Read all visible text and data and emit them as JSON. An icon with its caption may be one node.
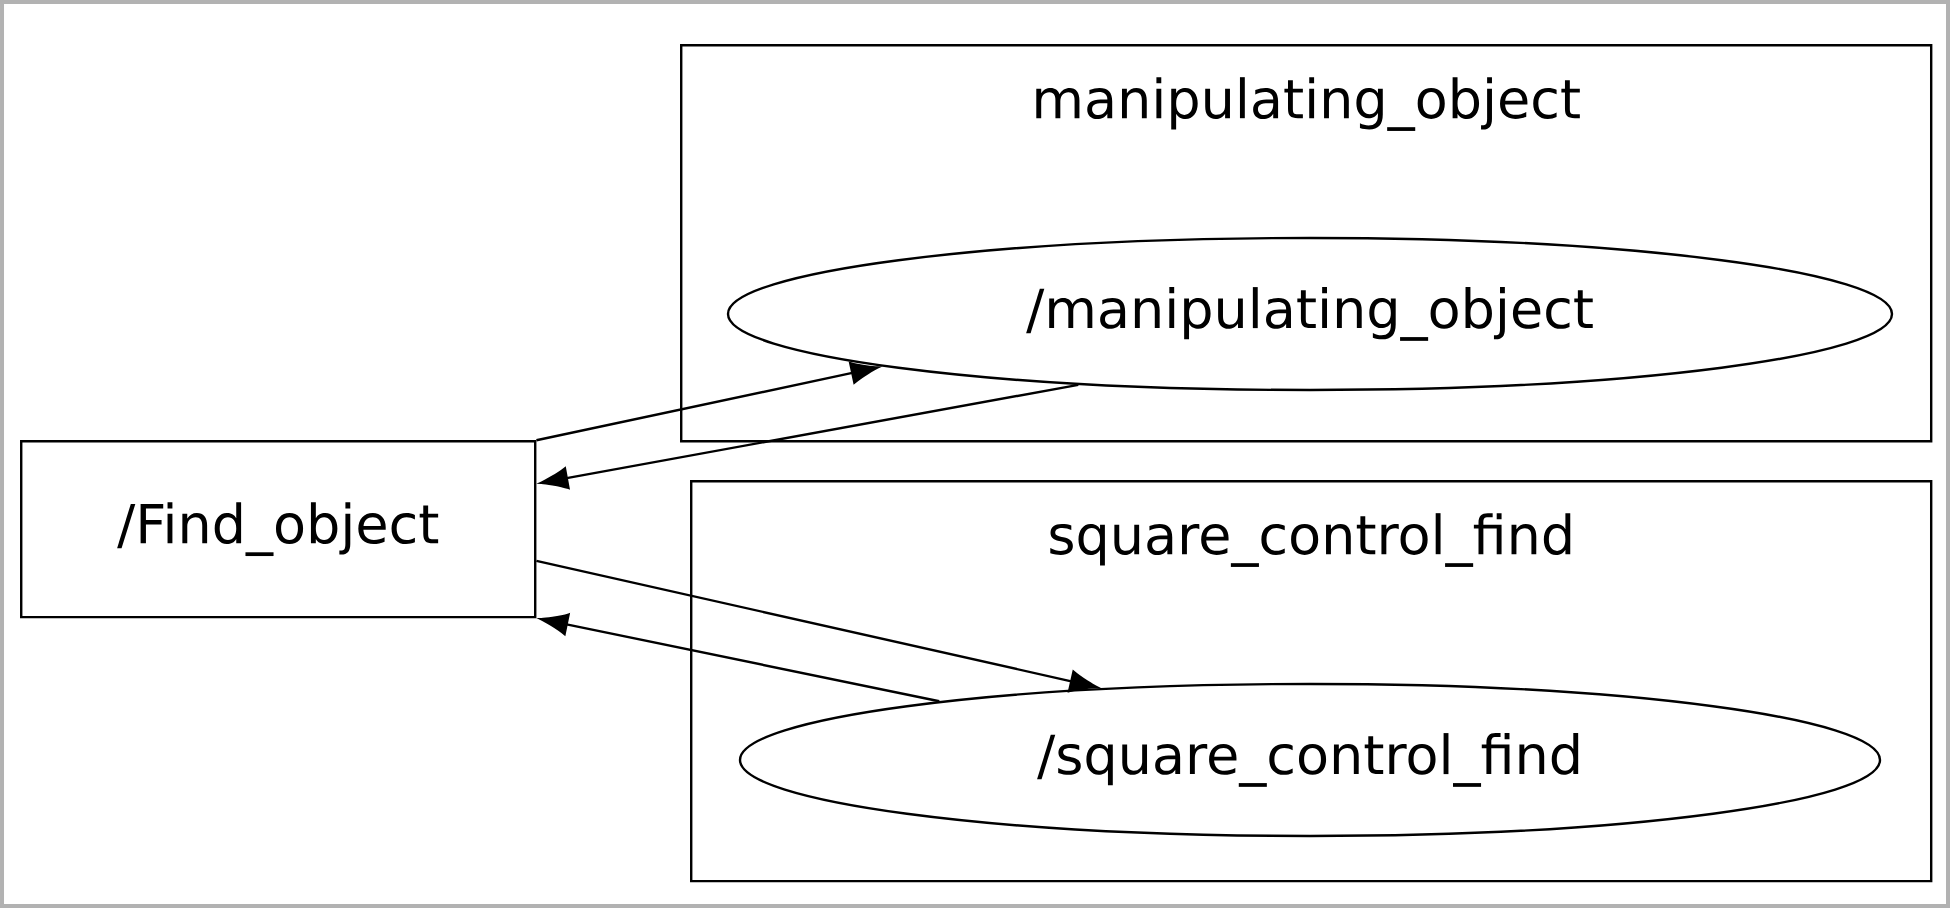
{
  "diagram": {
    "nodes": [
      {
        "text": [
          "manipulating_object"
        ]
      },
      {
        "text": [
          "/manipulating_object"
        ],
        "in": 0
      },
      {
        "text": [
          "/Find_object"
        ]
      },
      {
        "text": [
          "square_control_find"
        ]
      },
      {
        "text": [
          "/square_control_find"
        ],
        "in": 3
      }
    ],
    "edges": [
      {
        "from": 2,
        "to": 1,
        "arrow": "to"
      },
      {
        "from": 1,
        "to": 2,
        "arrow": "to"
      },
      {
        "from": 2,
        "to": 4,
        "arrow": "to"
      },
      {
        "from": 4,
        "to": 2,
        "arrow": "to"
      }
    ]
  }
}
